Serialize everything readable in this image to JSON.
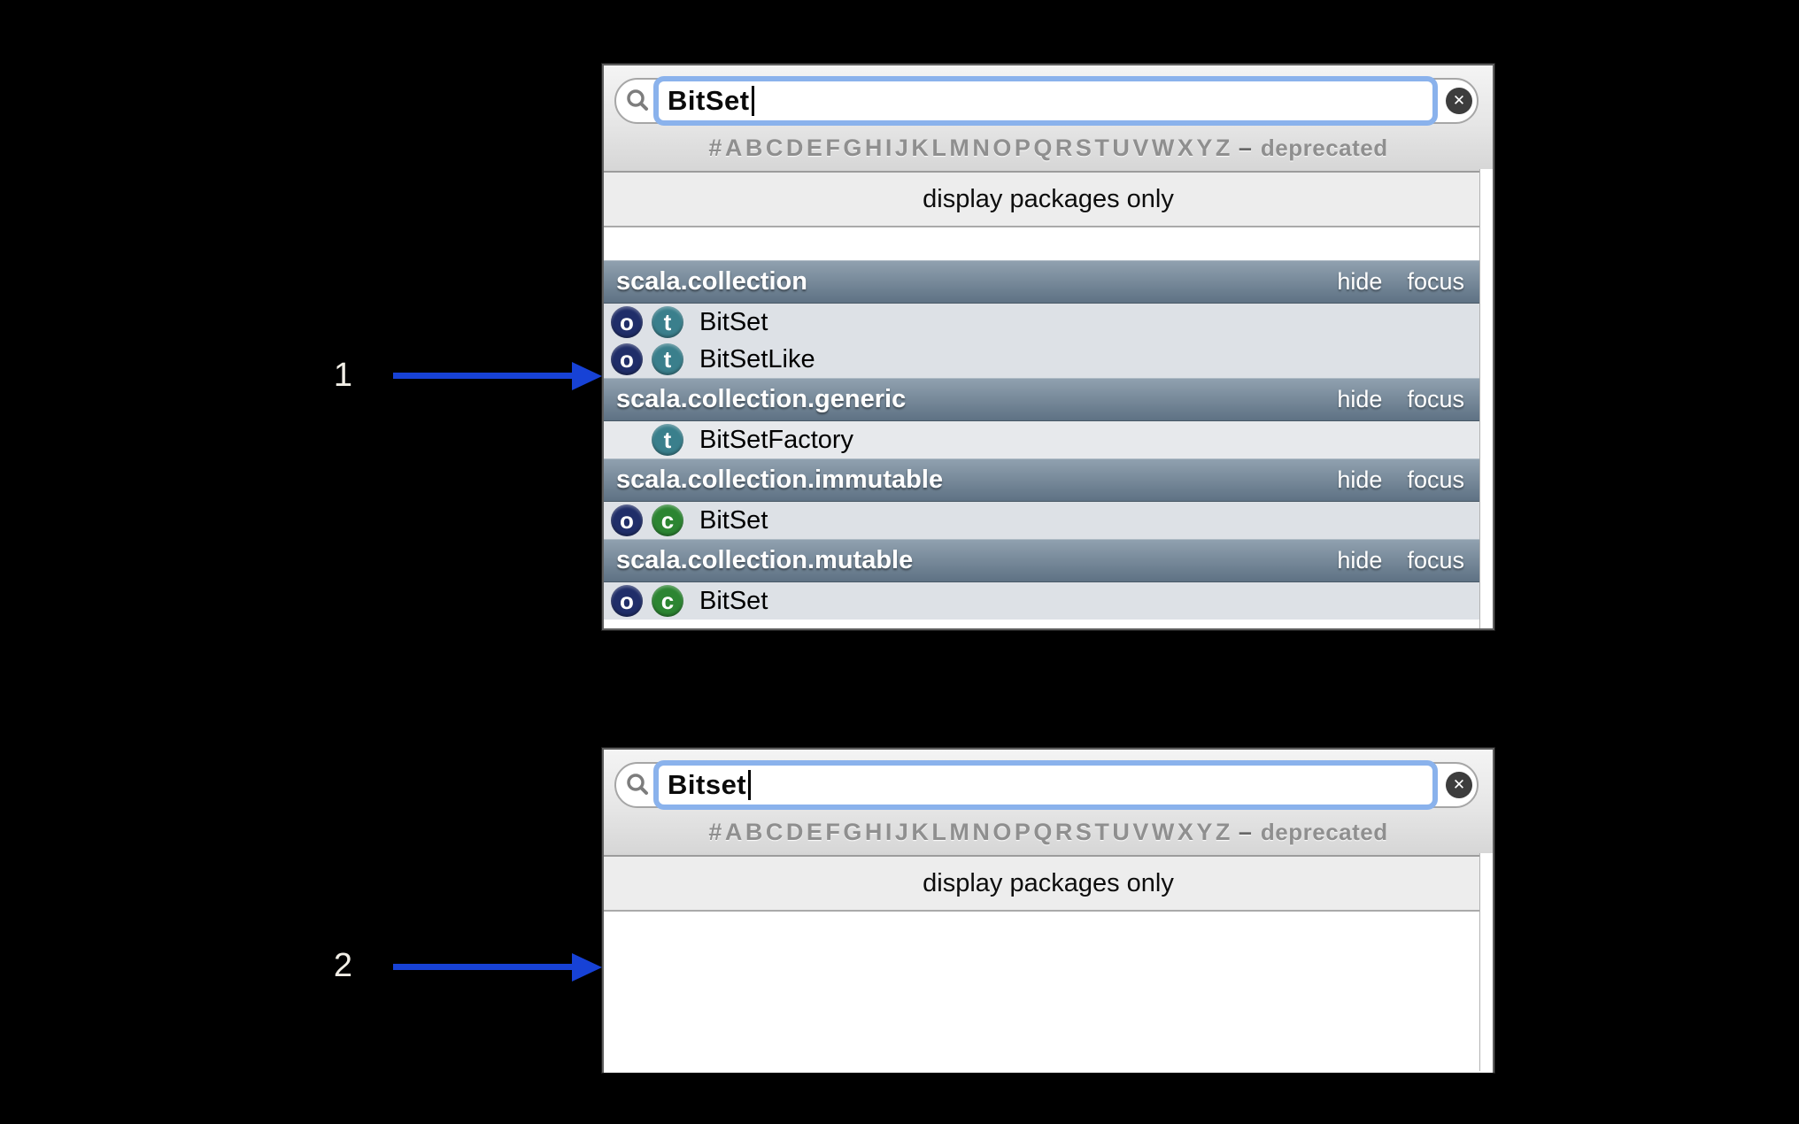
{
  "colors": {
    "arrow": "#1742d6",
    "focus_ring": "#8ab2ec",
    "package_header_top": "#91a2b0",
    "package_header_bottom": "#5d7183",
    "object_icon": "#202e69",
    "trait_icon": "#3a7f8c",
    "class_icon": "#2c8532",
    "entry_row_bg": "#dde1e6"
  },
  "strings": {
    "alphabet": "#ABCDEFGHIJKLMNOPQRSTUVWXYZ",
    "dash": "–",
    "deprecated": "deprecated",
    "packages_toggle": "display packages only",
    "hide": "hide",
    "focus": "focus",
    "clear_glyph": "✕"
  },
  "icons": {
    "search": {
      "name": "magnifier"
    },
    "clear": {
      "name": "circle-x"
    },
    "object": {
      "letter": "o"
    },
    "trait": {
      "letter": "t"
    },
    "class": {
      "letter": "c"
    }
  },
  "panels": [
    {
      "search_value": "BitSet",
      "groups": [
        {
          "package": "scala.collection",
          "entries": [
            {
              "name": "BitSet",
              "kinds": [
                "object",
                "trait"
              ]
            },
            {
              "name": "BitSetLike",
              "kinds": [
                "object",
                "trait"
              ]
            }
          ]
        },
        {
          "package": "scala.collection.generic",
          "entries": [
            {
              "name": "BitSetFactory",
              "kinds": [
                "trait"
              ]
            }
          ]
        },
        {
          "package": "scala.collection.immutable",
          "entries": [
            {
              "name": "BitSet",
              "kinds": [
                "object",
                "class"
              ]
            }
          ]
        },
        {
          "package": "scala.collection.mutable",
          "entries": [
            {
              "name": "BitSet",
              "kinds": [
                "object",
                "class"
              ]
            }
          ]
        }
      ]
    },
    {
      "search_value": "Bitset",
      "groups": []
    }
  ],
  "annotations": [
    {
      "label": "1"
    },
    {
      "label": "2"
    }
  ]
}
